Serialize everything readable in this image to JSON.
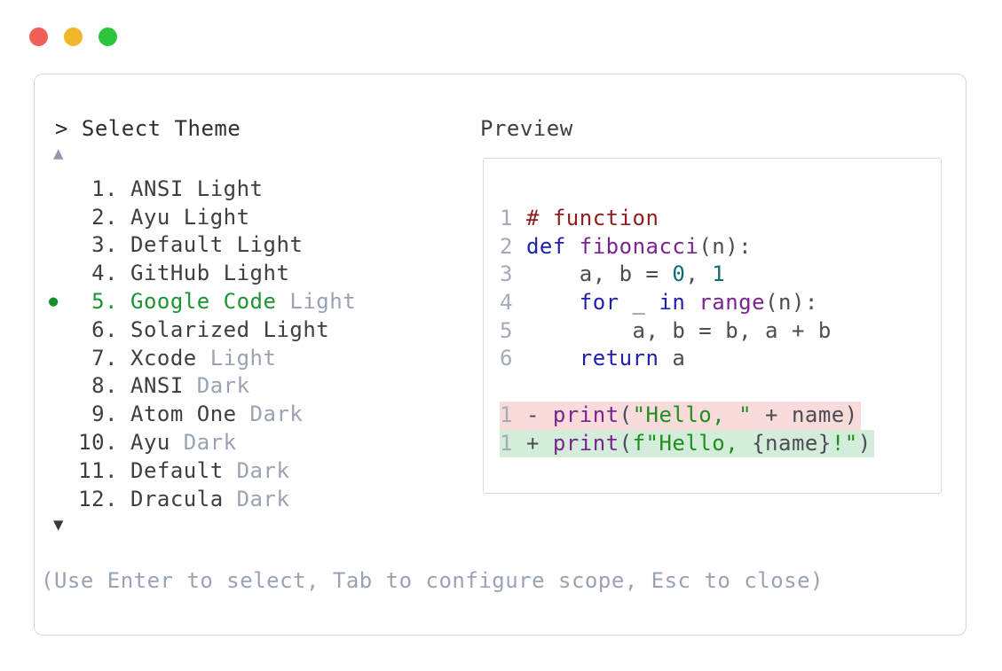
{
  "palette": {
    "accent_green": "#1d9434",
    "bullet_green": "#12902a",
    "muted_text": "#9aa3b3",
    "primary_text": "#3c4046",
    "panel_border": "#d4d8dd",
    "code_plain": "#4a4e54",
    "code_lineno": "#a3abb8",
    "code_comment": "#8f1d1d",
    "code_keyword": "#1f1fad",
    "code_function": "#7b2390",
    "code_number": "#0d6e6e",
    "code_string": "#1e8f1e",
    "diff_del_bg": "#fadbdb",
    "diff_ins_bg": "#d4ecda",
    "traffic_red": "#f25f58",
    "traffic_yellow": "#f2b62c",
    "traffic_green": "#2dc53e"
  },
  "window": {
    "controls": [
      {
        "name": "close",
        "color": "#f25f58"
      },
      {
        "name": "minimize",
        "color": "#f2b62c"
      },
      {
        "name": "zoom",
        "color": "#2dc53e"
      }
    ]
  },
  "picker": {
    "prompt": "> Select Theme",
    "scroll_up_icon": "▲",
    "scroll_down_icon": "▼",
    "bullet_icon": "●",
    "items": [
      {
        "number": "1.",
        "name": "ANSI",
        "variant": "Light",
        "variant_muted": false,
        "selected": false
      },
      {
        "number": "2.",
        "name": "Ayu",
        "variant": "Light",
        "variant_muted": false,
        "selected": false
      },
      {
        "number": "3.",
        "name": "Default",
        "variant": "Light",
        "variant_muted": false,
        "selected": false
      },
      {
        "number": "4.",
        "name": "GitHub",
        "variant": "Light",
        "variant_muted": false,
        "selected": false
      },
      {
        "number": "5.",
        "name": "Google Code",
        "variant": "Light",
        "variant_muted": true,
        "selected": true
      },
      {
        "number": "6.",
        "name": "Solarized",
        "variant": "Light",
        "variant_muted": false,
        "selected": false
      },
      {
        "number": "7.",
        "name": "Xcode",
        "variant": "Light",
        "variant_muted": true,
        "selected": false
      },
      {
        "number": "8.",
        "name": "ANSI",
        "variant": "Dark",
        "variant_muted": true,
        "selected": false
      },
      {
        "number": "9.",
        "name": "Atom One",
        "variant": "Dark",
        "variant_muted": true,
        "selected": false
      },
      {
        "number": "10.",
        "name": "Ayu",
        "variant": "Dark",
        "variant_muted": true,
        "selected": false
      },
      {
        "number": "11.",
        "name": "Default",
        "variant": "Dark",
        "variant_muted": true,
        "selected": false
      },
      {
        "number": "12.",
        "name": "Dracula",
        "variant": "Dark",
        "variant_muted": true,
        "selected": false
      }
    ],
    "hint": "(Use Enter to select, Tab to configure scope, Esc to close)"
  },
  "preview": {
    "label": "Preview",
    "code_lines": [
      {
        "lineno": "1",
        "tokens": [
          {
            "t": "# function",
            "c": "comment"
          }
        ]
      },
      {
        "lineno": "2",
        "tokens": [
          {
            "t": "def",
            "c": "kw"
          },
          {
            "t": " ",
            "c": "plain"
          },
          {
            "t": "fibonacci",
            "c": "fn"
          },
          {
            "t": "(n):",
            "c": "plain"
          }
        ]
      },
      {
        "lineno": "3",
        "tokens": [
          {
            "t": "    a, b = ",
            "c": "plain"
          },
          {
            "t": "0",
            "c": "num"
          },
          {
            "t": ", ",
            "c": "plain"
          },
          {
            "t": "1",
            "c": "num"
          }
        ]
      },
      {
        "lineno": "4",
        "tokens": [
          {
            "t": "    ",
            "c": "plain"
          },
          {
            "t": "for",
            "c": "kw"
          },
          {
            "t": " _ ",
            "c": "plain"
          },
          {
            "t": "in",
            "c": "kw"
          },
          {
            "t": " ",
            "c": "plain"
          },
          {
            "t": "range",
            "c": "fn"
          },
          {
            "t": "(n):",
            "c": "plain"
          }
        ]
      },
      {
        "lineno": "5",
        "tokens": [
          {
            "t": "        a, b = b, a + b",
            "c": "plain"
          }
        ]
      },
      {
        "lineno": "6",
        "tokens": [
          {
            "t": "    ",
            "c": "plain"
          },
          {
            "t": "return",
            "c": "kw"
          },
          {
            "t": " a",
            "c": "plain"
          }
        ]
      }
    ],
    "diff_lines": [
      {
        "lineno": "1",
        "kind": "del",
        "tokens": [
          {
            "t": "- ",
            "c": "plain"
          },
          {
            "t": "print",
            "c": "fn"
          },
          {
            "t": "(",
            "c": "plain"
          },
          {
            "t": "\"Hello, \"",
            "c": "str"
          },
          {
            "t": " + name",
            "c": "plain"
          },
          {
            "t": ")",
            "c": "plain"
          }
        ]
      },
      {
        "lineno": "1",
        "kind": "ins",
        "tokens": [
          {
            "t": "+ ",
            "c": "plain"
          },
          {
            "t": "print",
            "c": "fn"
          },
          {
            "t": "(",
            "c": "plain"
          },
          {
            "t": "f\"Hello, ",
            "c": "str"
          },
          {
            "t": "{name}",
            "c": "plain"
          },
          {
            "t": "!\"",
            "c": "str"
          },
          {
            "t": ")",
            "c": "plain"
          }
        ]
      }
    ]
  }
}
